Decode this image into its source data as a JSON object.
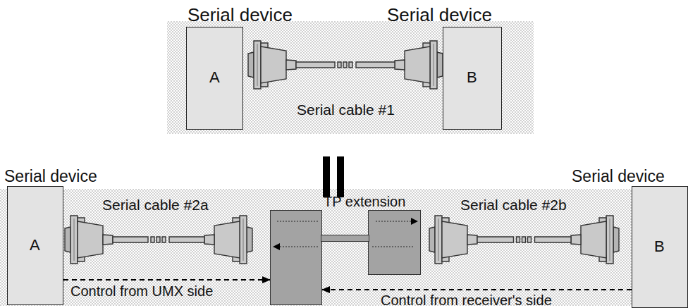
{
  "diagram": {
    "nodes": [
      {
        "text": [
          "Serial device",
          "A"
        ]
      },
      {
        "text": [
          "Serial device",
          "B"
        ]
      },
      {
        "text": [
          "Serial device",
          "A"
        ]
      },
      {
        "text": [
          "TP extension"
        ]
      },
      {
        "text": [
          "Serial device",
          "B"
        ]
      }
    ],
    "edges": [
      {
        "from": 2,
        "to": 3,
        "arrow": "to",
        "label": "Control from UMX side"
      },
      {
        "from": 4,
        "to": 3,
        "arrow": "to",
        "label": "Control from receiver's side"
      }
    ],
    "labels": [
      "Serial cable #1",
      "Serial cable #2a",
      "Serial cable #2b"
    ]
  }
}
